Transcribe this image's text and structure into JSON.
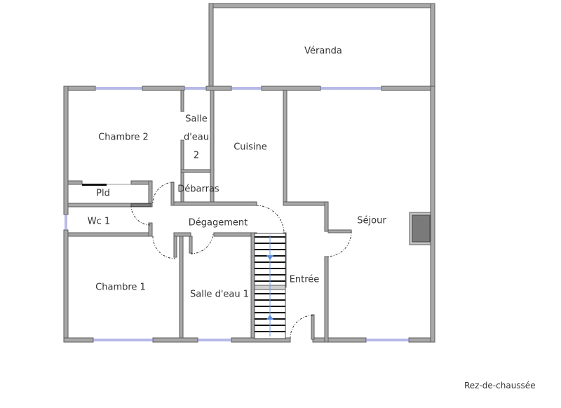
{
  "plan": {
    "level_caption": "Rez-de-chaussée",
    "colors": {
      "wall_fill": "#a8a8a8",
      "wall_stroke": "#5a5a5a",
      "window": "#8a8fd8",
      "stair_arrow": "#5b8fe0",
      "fireplace": "#7a7a7a"
    },
    "rooms": [
      {
        "id": "veranda",
        "label": "Véranda"
      },
      {
        "id": "chambre2",
        "label": "Chambre 2"
      },
      {
        "id": "salle_eau2_line1",
        "label": "Salle"
      },
      {
        "id": "salle_eau2_line2",
        "label": "d'eau"
      },
      {
        "id": "salle_eau2_line3",
        "label": "2"
      },
      {
        "id": "cuisine",
        "label": "Cuisine"
      },
      {
        "id": "debarras",
        "label": "Débarras"
      },
      {
        "id": "pld",
        "label": "Pld"
      },
      {
        "id": "wc1",
        "label": "Wc 1"
      },
      {
        "id": "degagement",
        "label": "Dégagement"
      },
      {
        "id": "sejour",
        "label": "Séjour"
      },
      {
        "id": "entree",
        "label": "Entrée"
      },
      {
        "id": "chambre1",
        "label": "Chambre 1"
      },
      {
        "id": "salle_eau1",
        "label": "Salle d'eau 1"
      }
    ]
  }
}
